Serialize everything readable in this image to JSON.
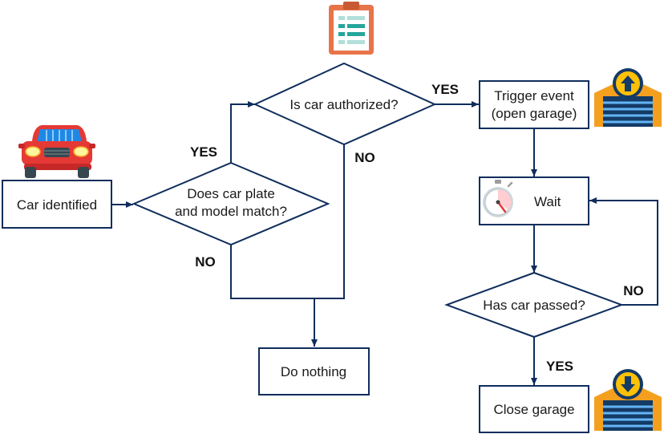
{
  "colors": {
    "edge": "#0f2d5c",
    "box_stroke": "#0f2d5c",
    "car_red": "#e53935",
    "glass_blue": "#1e88e5",
    "clipboard_orange": "#e8744a",
    "clipboard_green": "#26a69a",
    "garage_orange": "#f4a01e",
    "garage_navy": "#143a66",
    "garage_door_blue": "#64b5f6"
  },
  "icons": [
    "car-icon",
    "clipboard-icon",
    "garage-open-icon",
    "stopwatch-icon",
    "garage-close-icon"
  ],
  "nodes": {
    "car_identified": "Car identified",
    "plate_match_line1": "Does car plate",
    "plate_match_line2": "and model match?",
    "authorized": "Is car authorized?",
    "do_nothing": "Do nothing",
    "trigger_line1": "Trigger event",
    "trigger_line2": "(open garage)",
    "wait": "Wait",
    "car_passed": "Has car passed?",
    "close_garage": "Close garage"
  },
  "edges": {
    "match_yes": "YES",
    "match_no": "NO",
    "auth_yes": "YES",
    "auth_no": "NO",
    "passed_no": "NO",
    "passed_yes": "YES"
  }
}
